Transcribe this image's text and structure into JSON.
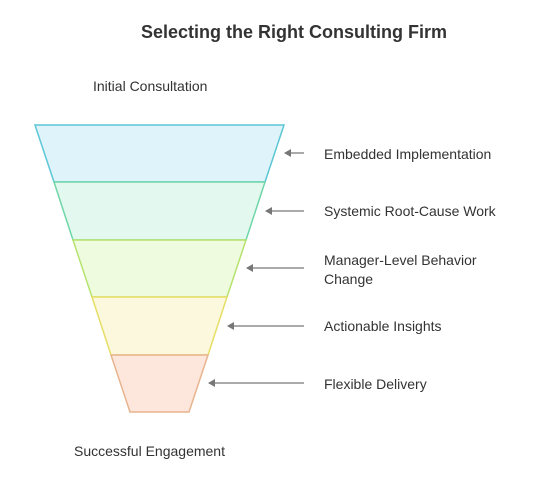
{
  "title": "Selecting the Right Consulting Firm",
  "funnel": {
    "top_label": "Initial Consultation",
    "bottom_label": "Successful Engagement",
    "stages": [
      {
        "label": "Embedded Implementation",
        "fill": "#dff3fb",
        "stroke": "#5cc6d6"
      },
      {
        "label": "Systemic Root-Cause Work",
        "fill": "#e3f8ee",
        "stroke": "#6fd6a8"
      },
      {
        "label": "Manager-Level Behavior Change",
        "fill": "#eefbdf",
        "stroke": "#b5e26e"
      },
      {
        "label": "Actionable Insights",
        "fill": "#fcf8dd",
        "stroke": "#e6de66"
      },
      {
        "label": "Flexible Delivery",
        "fill": "#fde7dc",
        "stroke": "#e8b48e"
      }
    ]
  },
  "arrow_color": "#777777"
}
